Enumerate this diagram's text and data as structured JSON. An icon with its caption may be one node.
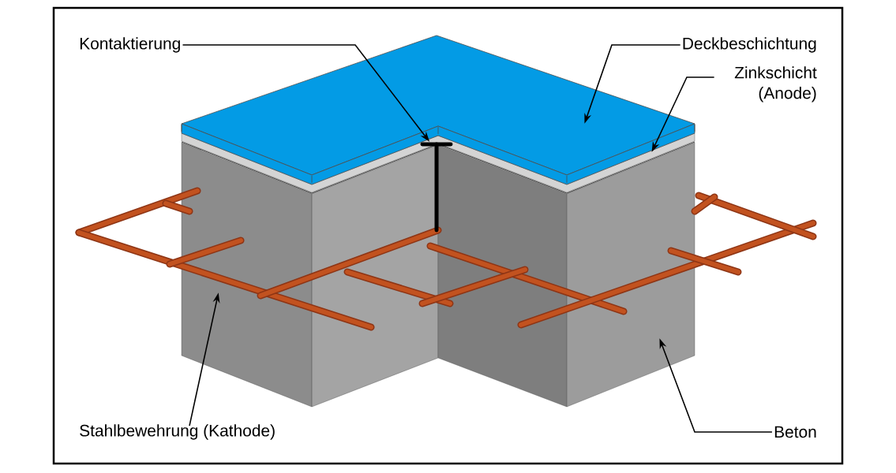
{
  "diagram": {
    "nodes": [
      {
        "text": [
          "Kontaktierung"
        ]
      },
      {
        "text": [
          "Deckbeschichtung"
        ]
      },
      {
        "text": [
          "Zinkschicht (Anode)"
        ]
      },
      {
        "text": [
          "Stahlbewehrung (Kathode)"
        ]
      },
      {
        "text": [
          "Beton"
        ]
      },
      {
        "text": [],
        "shape": "bar",
        "in": 9
      },
      {
        "text": [],
        "shape": "box"
      },
      {
        "text": [],
        "shape": "box"
      },
      {
        "text": [],
        "shape": "bar"
      },
      {
        "text": [],
        "shape": "box"
      }
    ],
    "edges": [
      {
        "from": 0,
        "to": 5,
        "arrow": "to"
      },
      {
        "from": 1,
        "to": 6,
        "arrow": "to"
      },
      {
        "from": 2,
        "to": 7,
        "arrow": "to"
      },
      {
        "from": 3,
        "to": 8,
        "arrow": "to"
      },
      {
        "from": 4,
        "to": 9,
        "arrow": "to"
      }
    ]
  }
}
